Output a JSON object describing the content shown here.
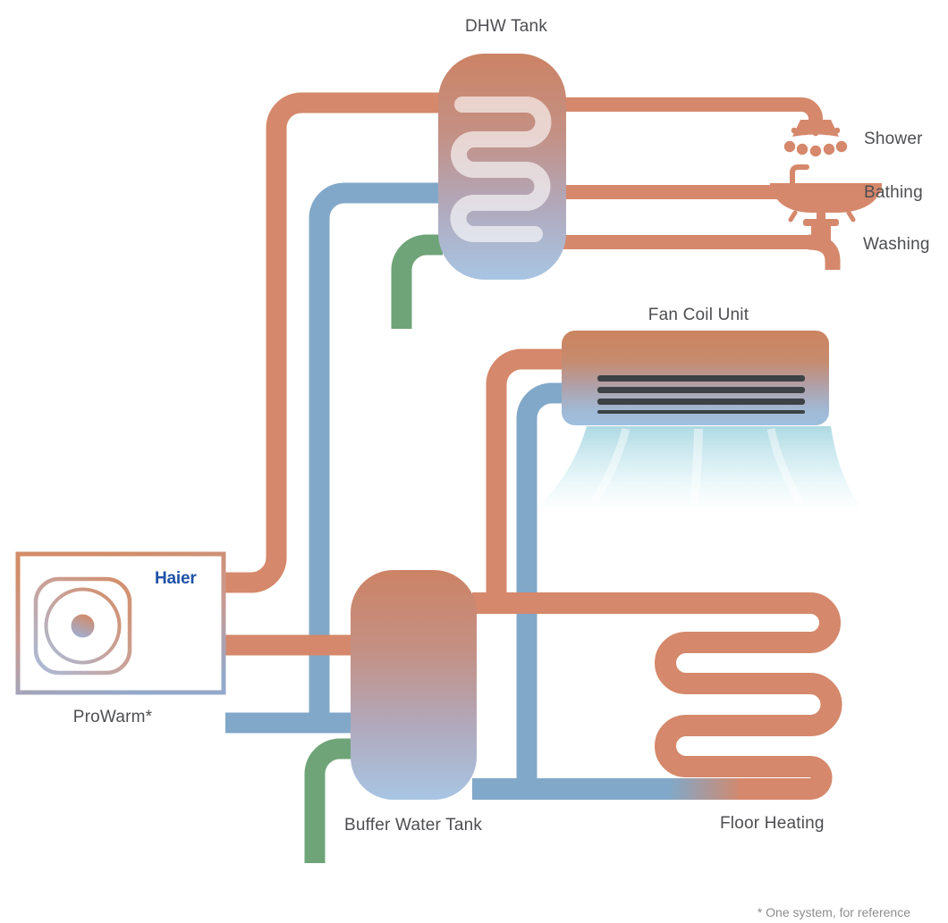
{
  "colors": {
    "hot_water_pipe": "#D5886B",
    "cold_water_pipe": "#81A8C8",
    "inlet_water_pipe": "#6FA478",
    "brand_blue": "#1E52A7",
    "label_text": "#4D4E51",
    "footnote_text": "#8D8D8D",
    "fan_coil_slats": "#3D4245"
  },
  "heat_pump": {
    "brand": "Haier",
    "label": "ProWarm*",
    "icon": "fan-icon"
  },
  "dhw_tank": {
    "label": "DHW Tank"
  },
  "outlets": [
    {
      "icon": "shower-icon",
      "label": "Shower"
    },
    {
      "icon": "bathtub-icon",
      "label": "Bathing"
    },
    {
      "icon": "faucet-icon",
      "label": "Washing"
    }
  ],
  "fan_coil": {
    "label": "Fan Coil Unit"
  },
  "buffer_tank": {
    "label": "Buffer Water Tank"
  },
  "floor_heating": {
    "label": "Floor Heating"
  },
  "footnote": "* One system, for reference"
}
